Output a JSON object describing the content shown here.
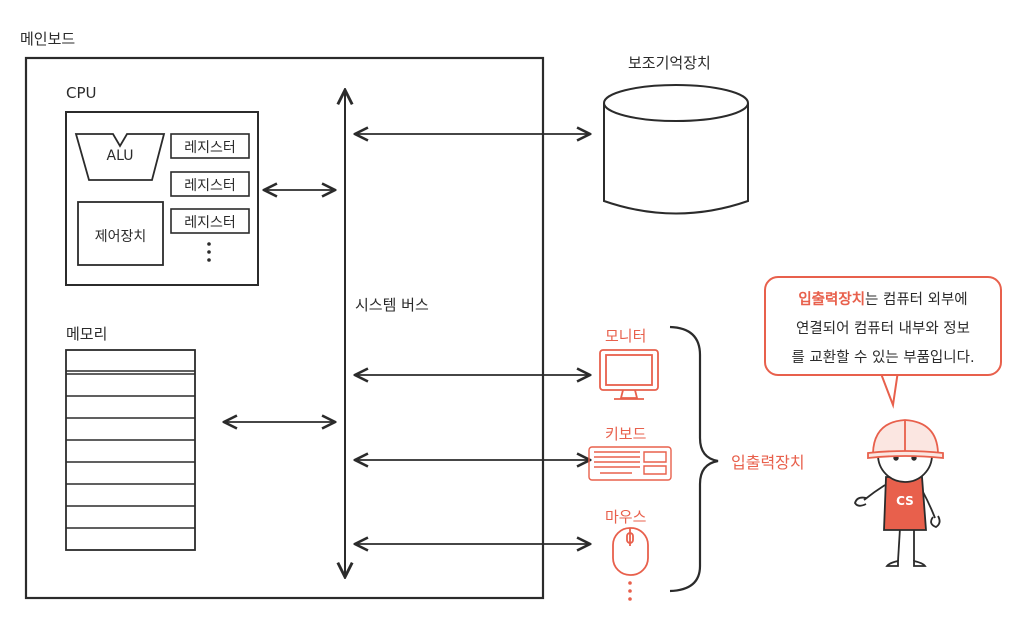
{
  "labels": {
    "mainboard": "메인보드",
    "cpu": "CPU",
    "alu": "ALU",
    "register": "레지스터",
    "control_unit": "제어장치",
    "memory": "메모리",
    "system_bus": "시스템 버스",
    "secondary_storage": "보조기억장치",
    "monitor": "모니터",
    "keyboard": "키보드",
    "mouse": "마우스",
    "io_devices": "입출력장치"
  },
  "bubble": {
    "highlight": "입출력장치",
    "line1_rest": "는 컴퓨터 외부에",
    "line2": "연결되어 컴퓨터 내부와 정보",
    "line3": "를 교환할 수 있는 부품입니다."
  },
  "mascot": {
    "shirt_text": "CS"
  },
  "colors": {
    "accent": "#e8604c",
    "ink": "#2b2b2b"
  }
}
